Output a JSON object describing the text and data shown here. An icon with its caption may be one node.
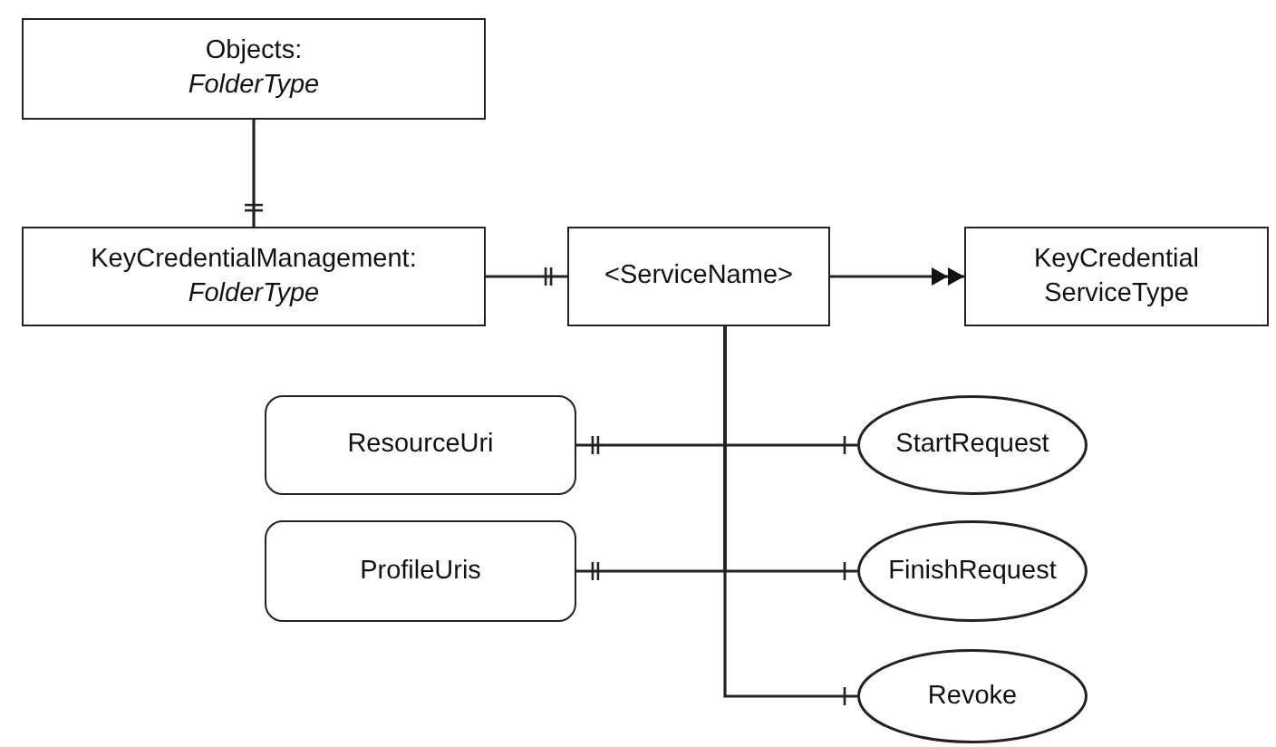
{
  "diagram": {
    "nodes": [
      {
        "text": [
          "Objects:",
          "FolderType"
        ]
      },
      {
        "text": [
          "KeyCredentialManagement:",
          "FolderType"
        ]
      },
      {
        "text": [
          "<ServiceName>"
        ]
      },
      {
        "text": [
          "KeyCredential ServiceType"
        ]
      },
      {
        "text": [
          "ResourceUri"
        ]
      },
      {
        "text": [
          "ProfileUris"
        ]
      },
      {
        "text": [
          "StartRequest"
        ]
      },
      {
        "text": [
          "FinishRequest"
        ]
      },
      {
        "text": [
          "Revoke"
        ]
      }
    ],
    "edges": [
      {
        "from": 0,
        "to": 1,
        "arrow": "other"
      },
      {
        "from": 1,
        "to": 2,
        "arrow": "other"
      },
      {
        "from": 2,
        "to": 3,
        "arrow": "to"
      },
      {
        "from": 2,
        "to": 4,
        "arrow": "other"
      },
      {
        "from": 2,
        "to": 6,
        "arrow": "other"
      },
      {
        "from": 2,
        "to": 5,
        "arrow": "other"
      },
      {
        "from": 2,
        "to": 7,
        "arrow": "other"
      },
      {
        "from": 2,
        "to": 8,
        "arrow": "other"
      }
    ]
  }
}
